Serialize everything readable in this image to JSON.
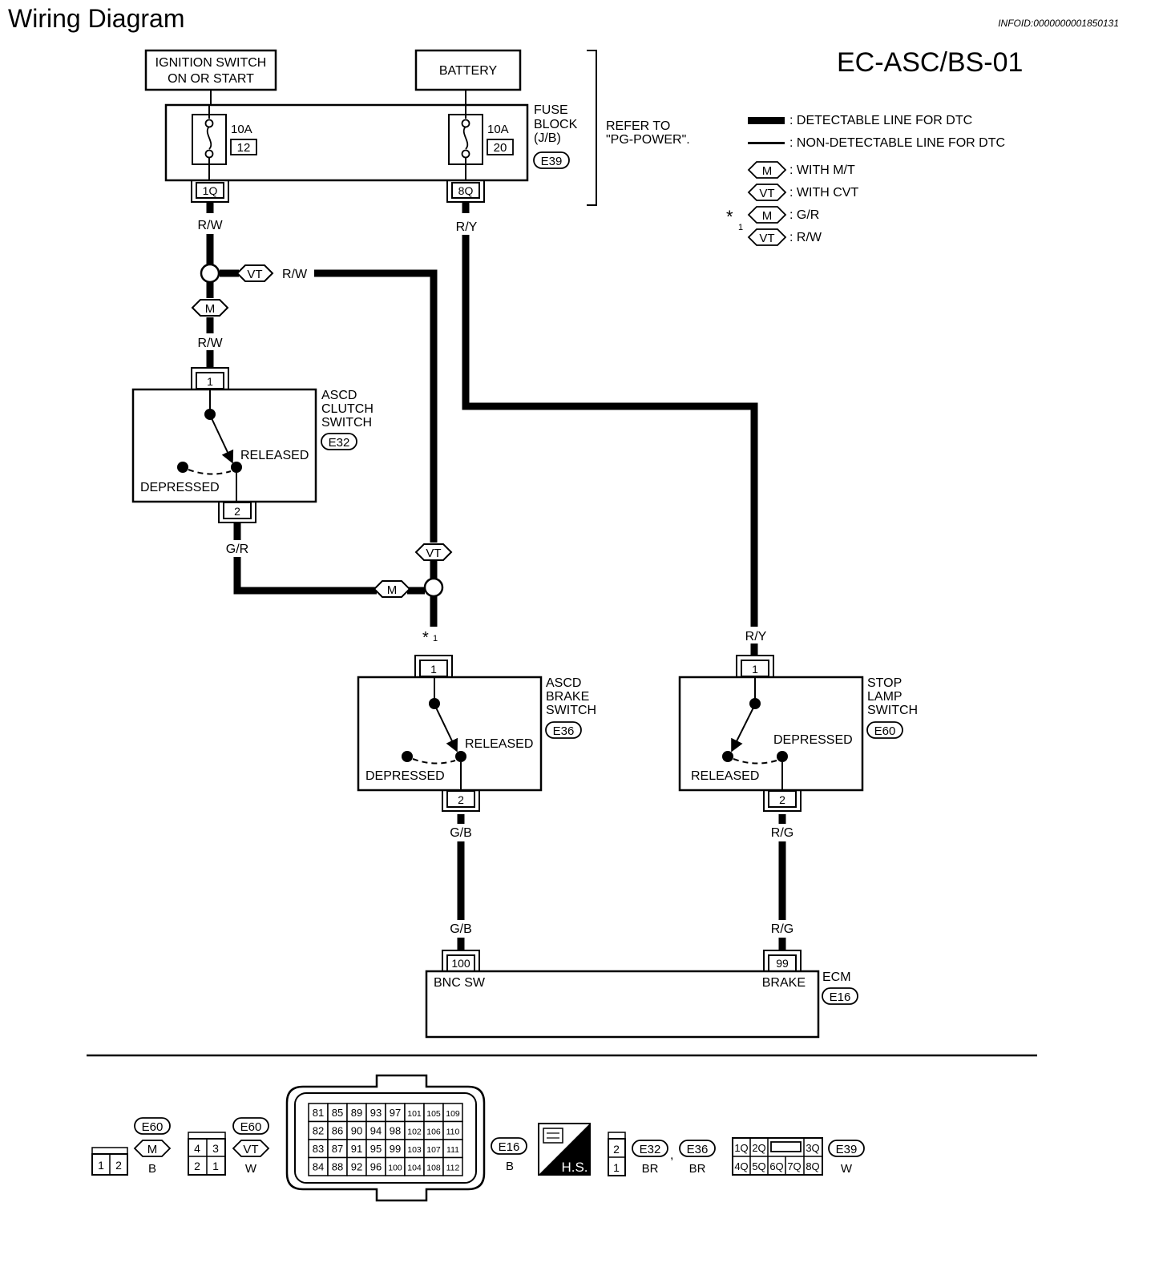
{
  "header": {
    "title": "Wiring Diagram",
    "info_id": "INFOID:0000000001850131",
    "diagram_code": "EC-ASC/BS-01"
  },
  "legend": {
    "detectable": ": DETECTABLE LINE FOR DTC",
    "non_detectable": ": NON-DETECTABLE LINE FOR DTC",
    "with_mt_tag": "M",
    "with_mt": ": WITH M/T",
    "with_cvt_tag": "VT",
    "with_cvt": ": WITH CVT",
    "star": "*",
    "star_num": "1",
    "star_m_tag": "M",
    "star_m": ": G/R",
    "star_vt_tag": "VT",
    "star_vt": ": R/W"
  },
  "power": {
    "ignition_line1": "IGNITION SWITCH",
    "ignition_line2": "ON OR START",
    "battery": "BATTERY",
    "fuse_block_line1": "FUSE",
    "fuse_block_line2": "BLOCK",
    "fuse_block_line3": "(J/B)",
    "fuse_block_conn": "E39",
    "fuse1_rating": "10A",
    "fuse1_num": "12",
    "fuse2_rating": "10A",
    "fuse2_num": "20",
    "term1": "1Q",
    "term2": "8Q",
    "refer_line1": "REFER TO",
    "refer_line2": "\"PG-POWER\"."
  },
  "wires": {
    "rw_top": "R/W",
    "ry_top": "R/Y",
    "vt_tag": "VT",
    "rw_vt": "R/W",
    "m_tag": "M",
    "rw_clutch": "R/W",
    "gr": "G/R",
    "vt_tag2": "VT",
    "m_tag2": "M",
    "star": "*",
    "star_num": "1",
    "ry_stop": "R/Y",
    "gb_top": "G/B",
    "gb_bottom": "G/B",
    "rg_top": "R/G",
    "rg_bottom": "R/G"
  },
  "clutch_switch": {
    "name_line1": "ASCD",
    "name_line2": "CLUTCH",
    "name_line3": "SWITCH",
    "conn": "E32",
    "pin_top": "1",
    "pin_bottom": "2",
    "released": "RELEASED",
    "depressed": "DEPRESSED"
  },
  "brake_switch": {
    "name_line1": "ASCD",
    "name_line2": "BRAKE",
    "name_line3": "SWITCH",
    "conn": "E36",
    "pin_top": "1",
    "pin_bottom": "2",
    "released": "RELEASED",
    "depressed": "DEPRESSED"
  },
  "stop_lamp": {
    "name_line1": "STOP",
    "name_line2": "LAMP",
    "name_line3": "SWITCH",
    "conn": "E60",
    "pin_top": "1",
    "pin_bottom": "2",
    "depressed": "DEPRESSED",
    "released": "RELEASED"
  },
  "ecm": {
    "name": "ECM",
    "conn": "E16",
    "pin_left": "100",
    "pin_right": "99",
    "label_left": "BNC SW",
    "label_right": "BRAKE"
  },
  "connectors": {
    "c1_conn": "E60",
    "c1_tag": "M",
    "c1_color": "B",
    "c1_pins": [
      "1",
      "2"
    ],
    "c2_conn": "E60",
    "c2_tag": "VT",
    "c2_color": "W",
    "c2_pins": [
      "4",
      "3",
      "2",
      "1"
    ],
    "e16_rows": [
      [
        "81",
        "85",
        "89",
        "93",
        "97",
        "101",
        "105",
        "109"
      ],
      [
        "82",
        "86",
        "90",
        "94",
        "98",
        "102",
        "106",
        "110"
      ],
      [
        "83",
        "87",
        "91",
        "95",
        "99",
        "103",
        "107",
        "111"
      ],
      [
        "84",
        "88",
        "92",
        "96",
        "100",
        "104",
        "108",
        "112"
      ]
    ],
    "e16_conn": "E16",
    "e16_color": "B",
    "hs": "H.S.",
    "c4_pins": [
      "2",
      "1"
    ],
    "e32": "E32",
    "e32_color": "BR",
    "comma": ",",
    "e36": "E36",
    "e36_color": "BR",
    "e39_top": [
      "1Q",
      "2Q",
      "3Q"
    ],
    "e39_bottom": [
      "4Q",
      "5Q",
      "6Q",
      "7Q",
      "8Q"
    ],
    "e39": "E39",
    "e39_color": "W"
  }
}
